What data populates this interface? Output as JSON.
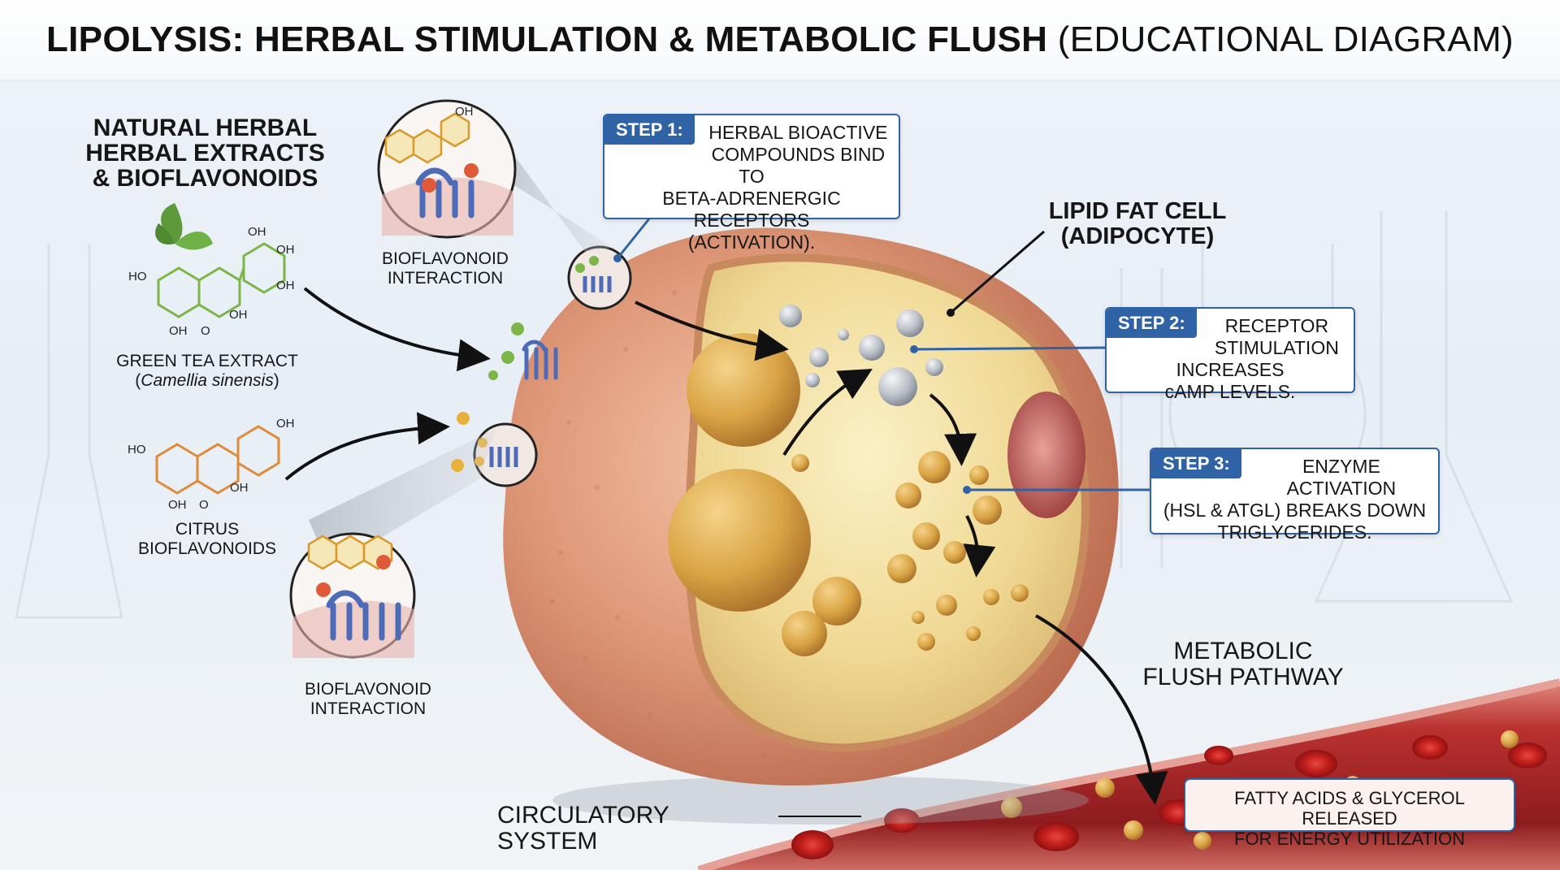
{
  "title": {
    "main": "LIPOLYSIS: HERBAL STIMULATION & METABOLIC FLUSH",
    "paren": "(EDUCATIONAL DIAGRAM)"
  },
  "herbal_header": [
    "NATURAL HERBAL",
    "HERBAL EXTRACTS",
    "& BIOFLAVONOIDS"
  ],
  "green_tea": {
    "name": "GREEN TEA EXTRACT",
    "latin": "Camellia sinensis",
    "groups": [
      "OH",
      "OH",
      "OH",
      "HO",
      "OH",
      "OH",
      "O"
    ]
  },
  "citrus": {
    "name": [
      "CITRUS",
      "BIOFLAVONOIDS"
    ],
    "groups": [
      "OH",
      "HO",
      "OH",
      "OH",
      "O"
    ]
  },
  "interaction_top": {
    "label": [
      "BIOFLAVONOID",
      "INTERACTION"
    ],
    "group": "OH"
  },
  "interaction_bottom": {
    "label": [
      "BIOFLAVONOID",
      "INTERACTION"
    ]
  },
  "step1": {
    "tag": "STEP 1:",
    "text": [
      "HERBAL BIOACTIVE",
      "COMPOUNDS BIND TO",
      "BETA-ADRENERGIC RECEPTORS",
      "(ACTIVATION)."
    ]
  },
  "step2": {
    "tag": "STEP 2:",
    "text": [
      "RECEPTOR",
      "STIMULATION INCREASES",
      "cAMP LEVELS."
    ]
  },
  "step3": {
    "tag": "STEP 3:",
    "text": [
      "ENZYME ACTIVATION",
      "(HSL & ATGL) BREAKS DOWN",
      "TRIGLYCERIDES."
    ]
  },
  "fat_cell": [
    "LIPID FAT CELL",
    "(ADIPOCYTE)"
  ],
  "flush": [
    "METABOLIC",
    "FLUSH PATHWAY"
  ],
  "circulatory": "CIRCULATORY SYSTEM",
  "release": [
    "FATTY ACIDS & GLYCEROL RELEASED",
    "FOR ENERGY UTILIZATION"
  ],
  "colors": {
    "accent": "#2f63a6",
    "cell": "#dc9a7c",
    "vessel": "#b8312f",
    "receptor": "#4e6bb8",
    "lipid": "#d9a444"
  }
}
